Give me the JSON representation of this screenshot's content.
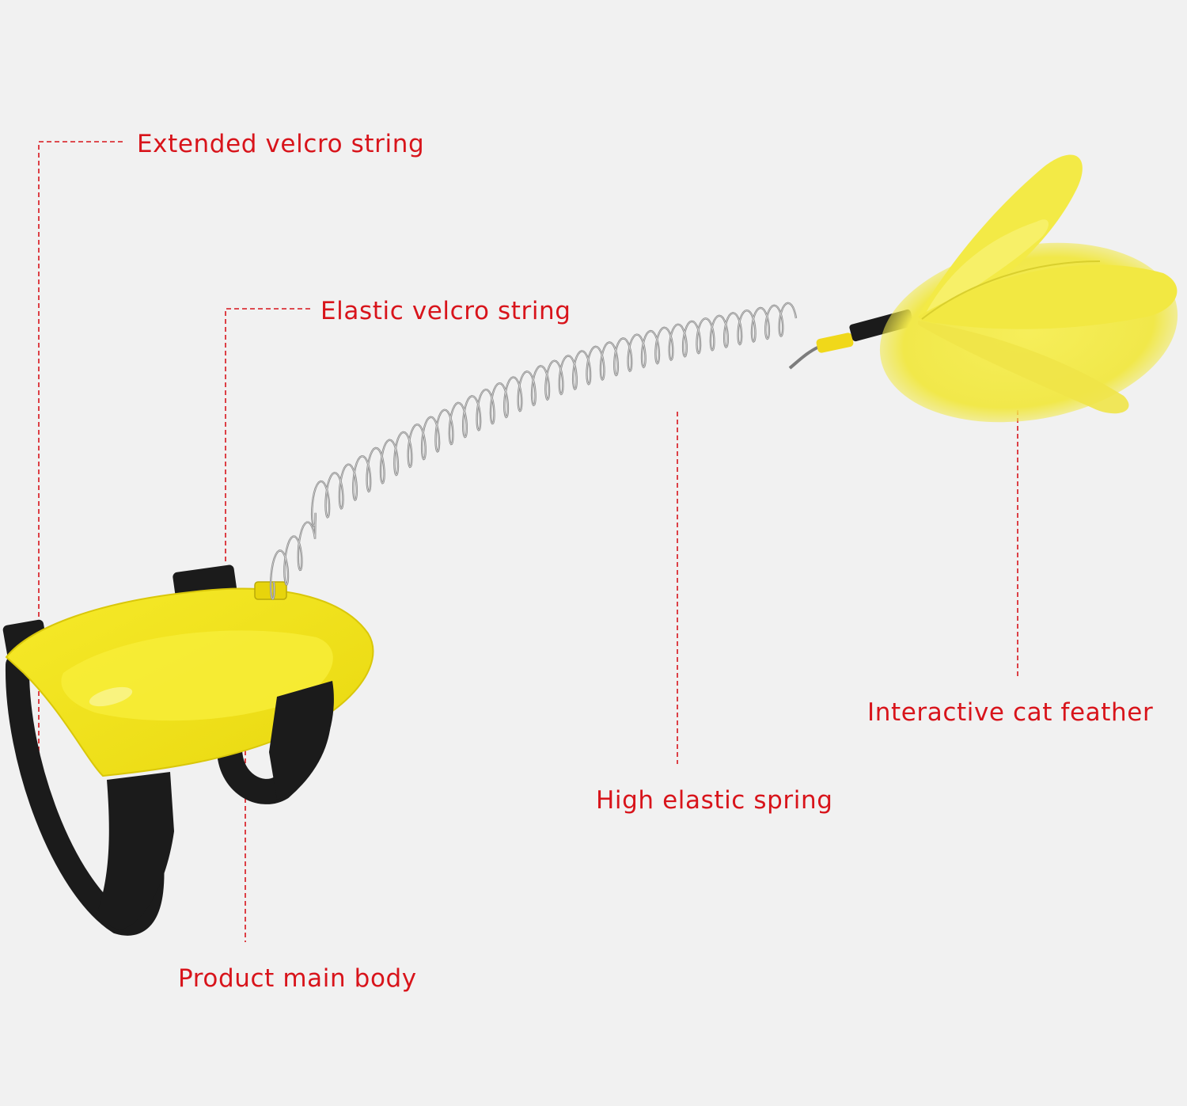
{
  "labels": {
    "extended_velcro": "Extended velcro string",
    "elastic_velcro": "Elastic velcro string",
    "cat_feather": "Interactive cat feather",
    "elastic_spring": "High elastic spring",
    "main_body": "Product main body"
  },
  "colors": {
    "background": "#f1f1f1",
    "label_text": "#d8141b",
    "leader_line": "#d8141b",
    "body_yellow": "#f3e51b",
    "feather_yellow": "#f2ea4a",
    "strap_black": "#1b1b1b",
    "spring_silver": "#8a8a8a"
  },
  "icons": [
    "cat-toy-harness-icon",
    "spring-icon",
    "feather-icon"
  ]
}
